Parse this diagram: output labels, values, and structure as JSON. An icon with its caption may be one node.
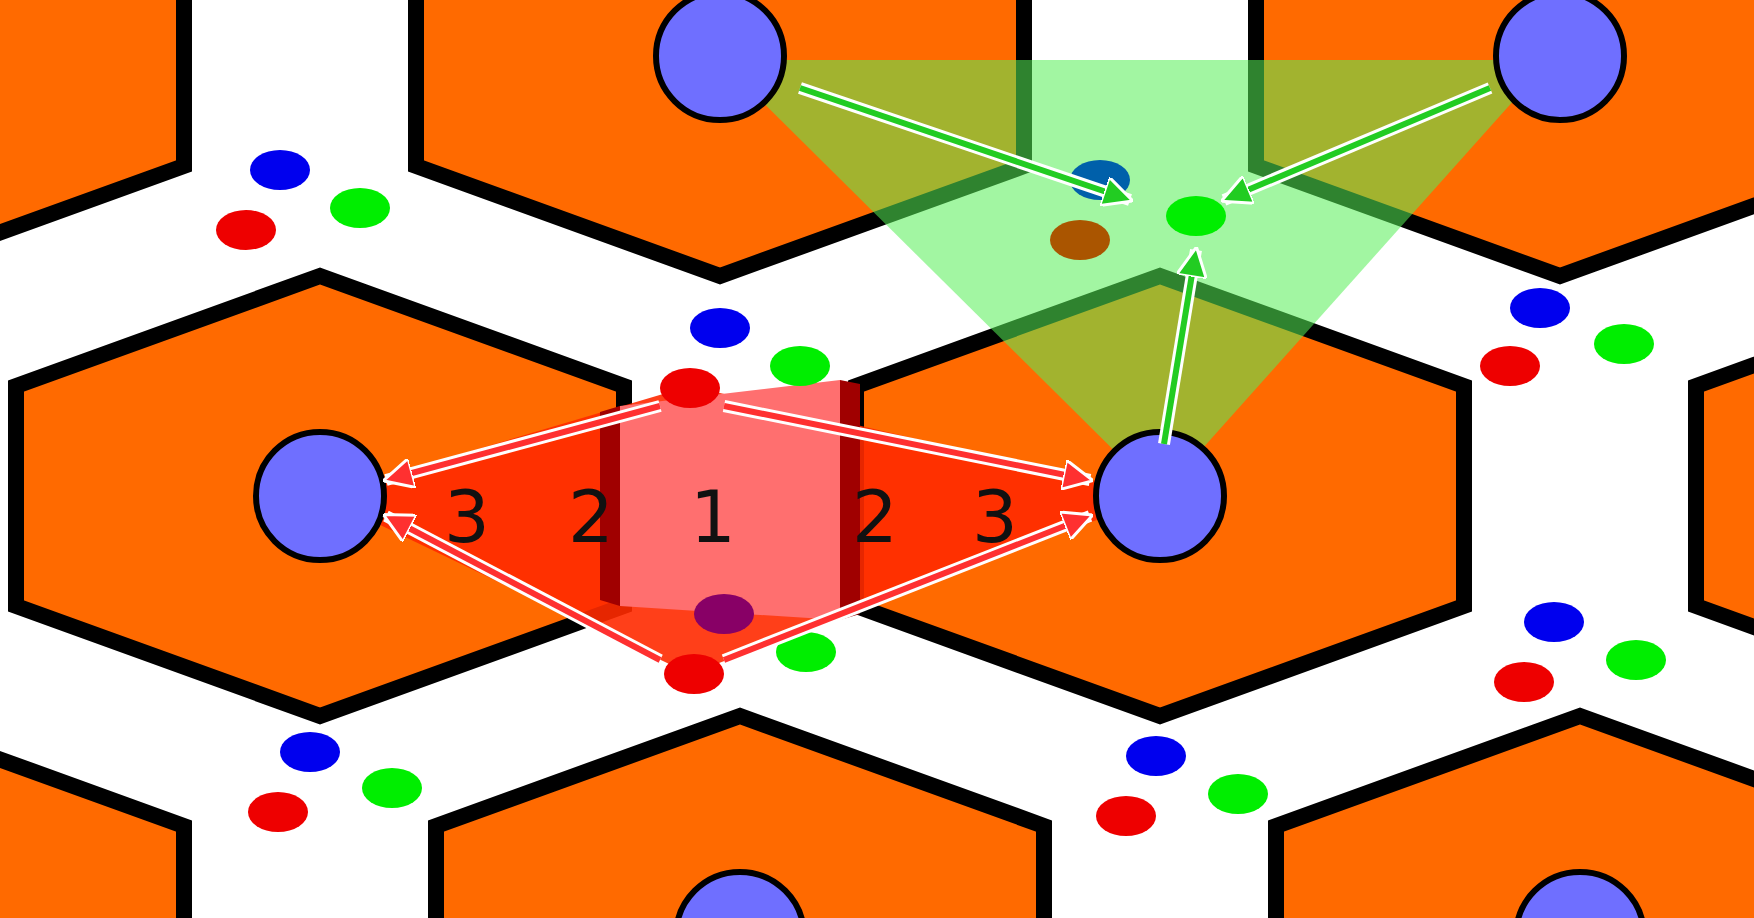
{
  "diagram": {
    "labels": [
      "3",
      "2",
      "1",
      "2",
      "3"
    ]
  }
}
